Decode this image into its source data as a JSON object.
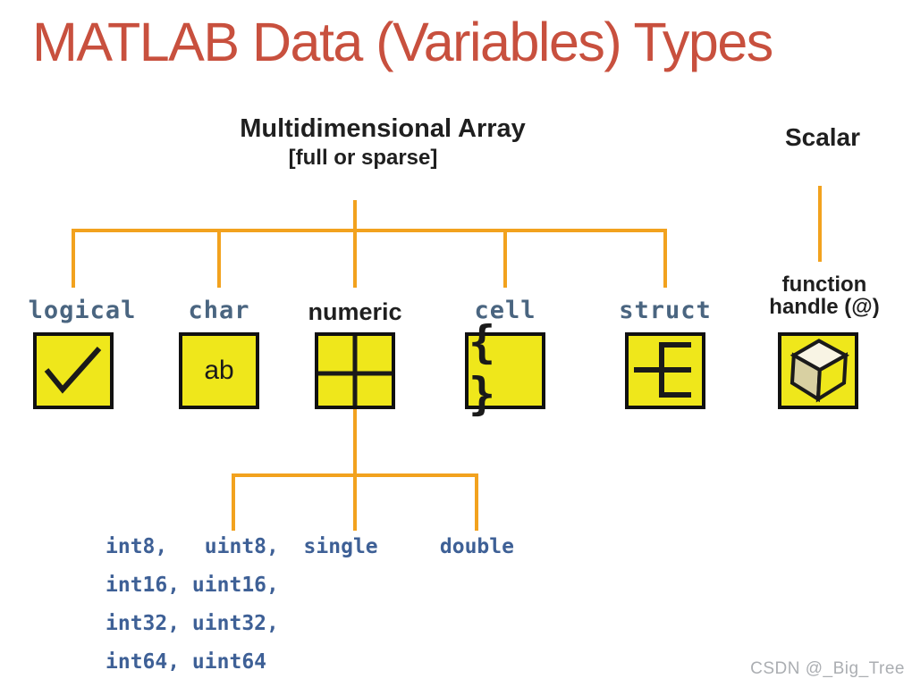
{
  "title": "MATLAB Data (Variables) Types",
  "watermark": "CSDN @_Big_Tree",
  "colors": {
    "title": "#C8503E",
    "heading": "#1F1F1F",
    "branch": "#F2A21E",
    "box_fill": "#EFE71B",
    "box_border": "#111111",
    "type_label": "#4A6580",
    "subtype_text": "#3E6096",
    "watermark": "#ABAEB2"
  },
  "diagram": {
    "root": {
      "label": "Multidimensional Array",
      "sublabel": "[full or sparse]"
    },
    "scalar": {
      "label": "Scalar",
      "child_label_line1": "function",
      "child_label_line2": "handle (@)"
    },
    "types": [
      {
        "id": "logical",
        "label": "logical",
        "icon": "checkmark-icon"
      },
      {
        "id": "char",
        "label": "char",
        "icon": "ab-text-icon",
        "icon_text": "ab"
      },
      {
        "id": "numeric",
        "label": "numeric",
        "icon": "grid-cross-icon"
      },
      {
        "id": "cell",
        "label": "cell",
        "icon": "curly-braces-icon",
        "icon_text": "{ }"
      },
      {
        "id": "struct",
        "label": "struct",
        "icon": "struct-tree-icon"
      },
      {
        "id": "function_handle",
        "icon": "cube-icon"
      }
    ],
    "numeric_subtypes_rows": [
      "int8,   uint8,  single     double",
      "int16, uint16,",
      "int32, uint32,",
      "int64, uint64"
    ]
  }
}
